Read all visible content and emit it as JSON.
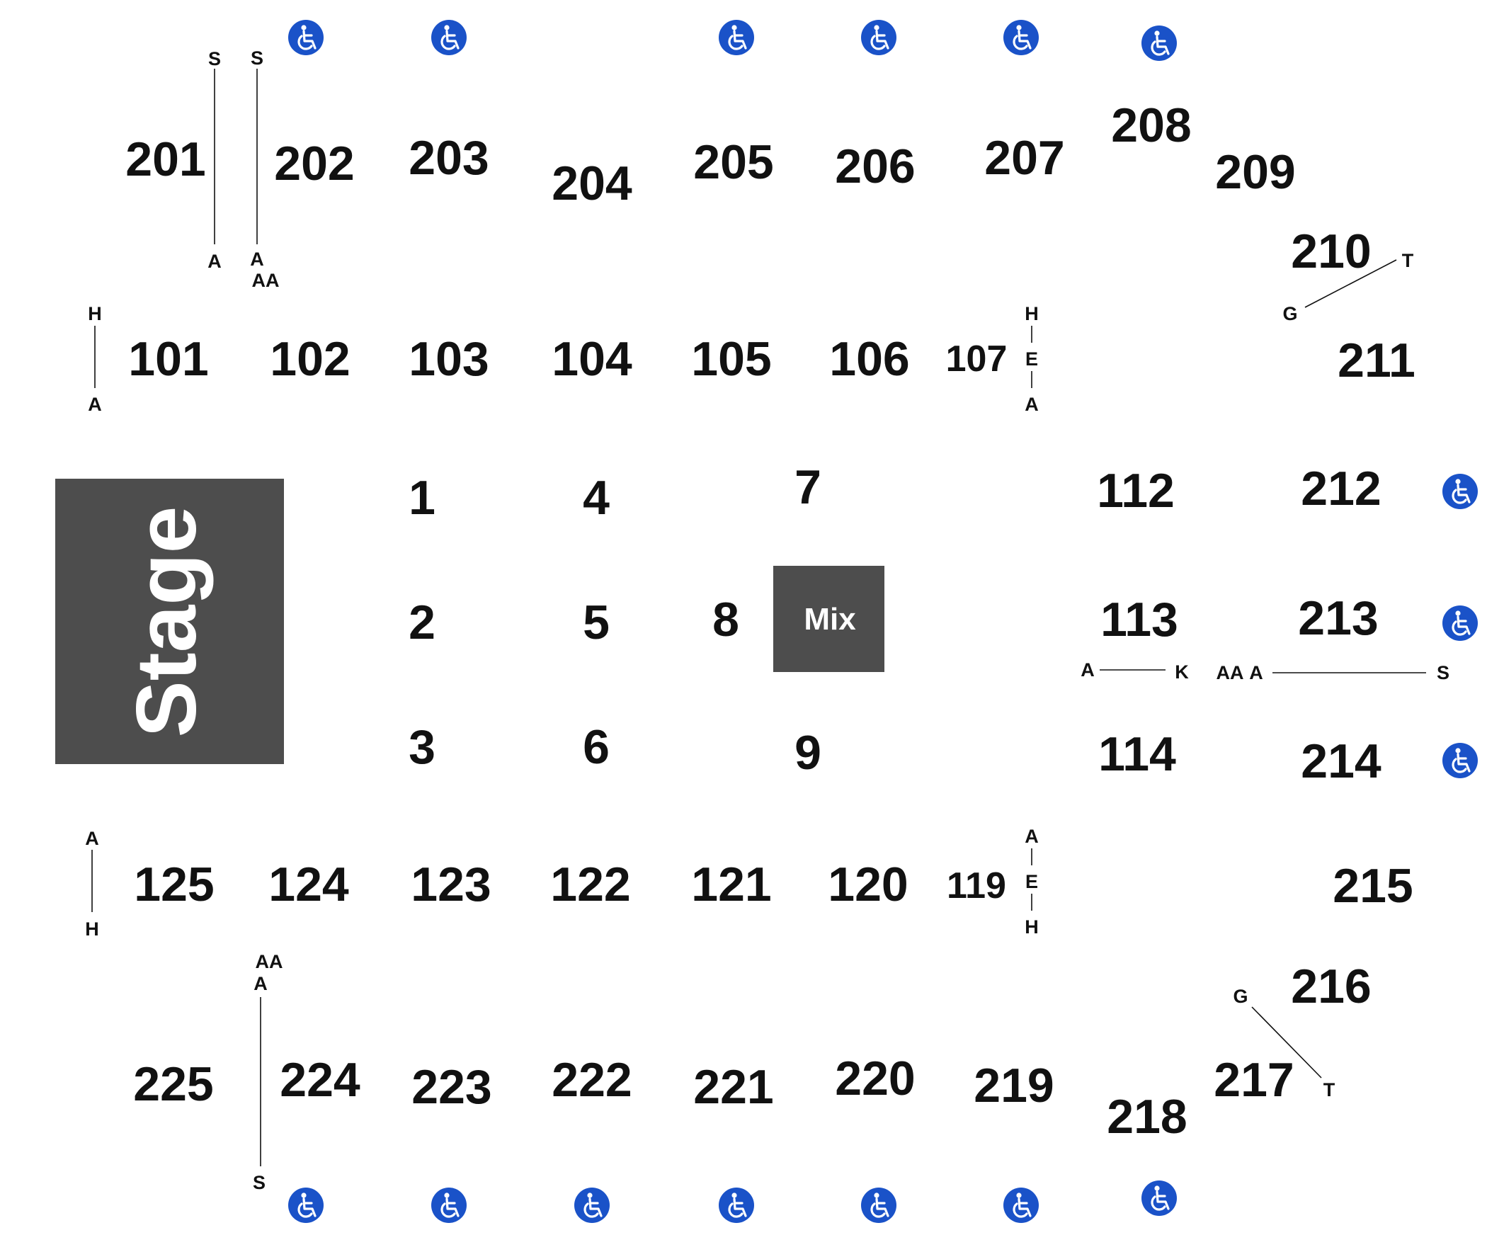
{
  "stage": {
    "label": "Stage"
  },
  "mix": {
    "label": "Mix"
  },
  "floor_sections": [
    "1",
    "2",
    "3",
    "4",
    "5",
    "6",
    "7",
    "8",
    "9"
  ],
  "lower_sections": [
    "101",
    "102",
    "103",
    "104",
    "105",
    "106",
    "107",
    "112",
    "113",
    "114",
    "119",
    "120",
    "121",
    "122",
    "123",
    "124",
    "125"
  ],
  "upper_sections": [
    "201",
    "202",
    "203",
    "204",
    "205",
    "206",
    "207",
    "208",
    "209",
    "210",
    "211",
    "212",
    "213",
    "214",
    "215",
    "216",
    "217",
    "218",
    "219",
    "220",
    "221",
    "222",
    "223",
    "224",
    "225"
  ],
  "row_markers": {
    "s201": {
      "top": "S",
      "bottom": "A"
    },
    "s202": {
      "top": "S",
      "bottom": "A",
      "extra": "AA"
    },
    "s101": {
      "top": "H",
      "bottom": "A"
    },
    "s107": {
      "top": "H",
      "mid": "E",
      "bottom": "A"
    },
    "s210": {
      "start": "G",
      "end": "T"
    },
    "s113": {
      "start": "A",
      "end": "K"
    },
    "s213": {
      "extra": "AA",
      "start": "A",
      "end": "S"
    },
    "s125": {
      "top": "A",
      "bottom": "H"
    },
    "s119": {
      "top": "A",
      "mid": "E",
      "bottom": "H"
    },
    "s224": {
      "extra": "AA",
      "top": "A",
      "bottom": "S"
    },
    "s217": {
      "start": "G",
      "end": "T"
    }
  },
  "icons": {
    "accessible_seating": "wheelchair-icon"
  },
  "colors": {
    "block": "#4d4d4d",
    "accessible": "#1a52c8",
    "text": "#111111",
    "background": "#ffffff"
  }
}
